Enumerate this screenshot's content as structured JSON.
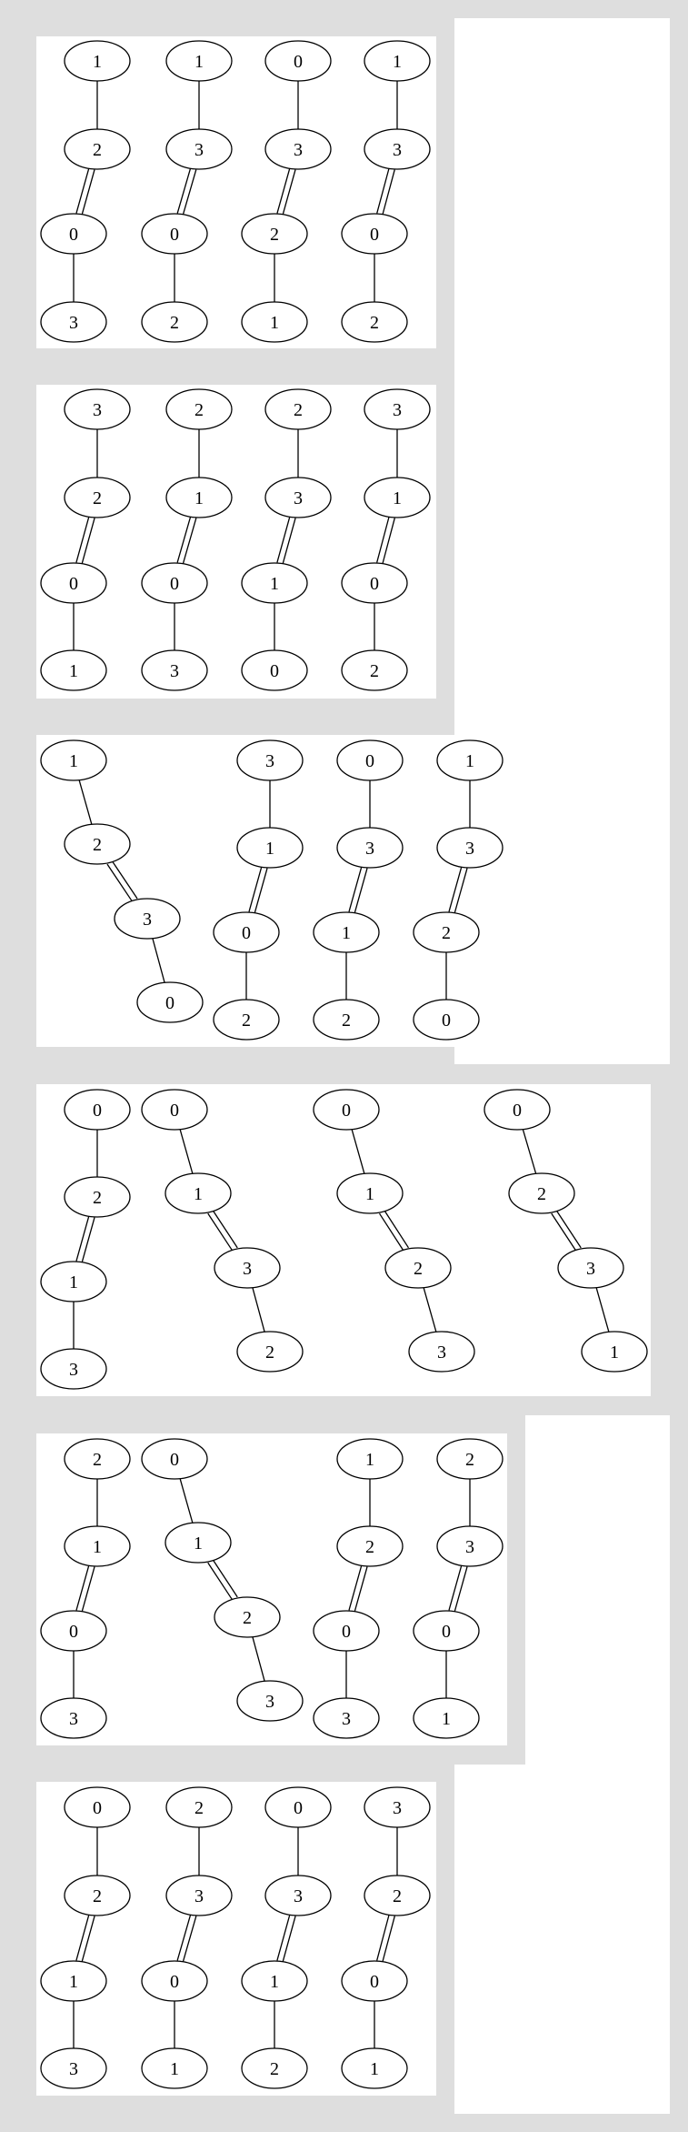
{
  "colors": {
    "background_gray": "#dedede",
    "panel_white": "#ffffff",
    "stroke": "#000000"
  },
  "panels": [
    {
      "graphs": [
        {
          "nodes": [
            "1",
            "2",
            "0",
            "3"
          ],
          "edges": [
            {
              "from": 0,
              "to": 1,
              "type": "single"
            },
            {
              "from": 1,
              "to": 2,
              "type": "double"
            },
            {
              "from": 2,
              "to": 3,
              "type": "single"
            }
          ]
        },
        {
          "nodes": [
            "1",
            "3",
            "0",
            "2"
          ],
          "edges": [
            {
              "from": 0,
              "to": 1,
              "type": "single"
            },
            {
              "from": 1,
              "to": 2,
              "type": "double"
            },
            {
              "from": 2,
              "to": 3,
              "type": "single"
            }
          ]
        },
        {
          "nodes": [
            "0",
            "3",
            "2",
            "1"
          ],
          "edges": [
            {
              "from": 0,
              "to": 1,
              "type": "single"
            },
            {
              "from": 1,
              "to": 2,
              "type": "double"
            },
            {
              "from": 2,
              "to": 3,
              "type": "single"
            }
          ]
        },
        {
          "nodes": [
            "1",
            "3",
            "0",
            "2"
          ],
          "edges": [
            {
              "from": 0,
              "to": 1,
              "type": "single"
            },
            {
              "from": 1,
              "to": 2,
              "type": "double"
            },
            {
              "from": 2,
              "to": 3,
              "type": "single"
            }
          ]
        }
      ]
    },
    {
      "graphs": [
        {
          "nodes": [
            "3",
            "2",
            "0",
            "1"
          ],
          "edges": [
            {
              "from": 0,
              "to": 1,
              "type": "single"
            },
            {
              "from": 1,
              "to": 2,
              "type": "double"
            },
            {
              "from": 2,
              "to": 3,
              "type": "single"
            }
          ]
        },
        {
          "nodes": [
            "2",
            "1",
            "0",
            "3"
          ],
          "edges": [
            {
              "from": 0,
              "to": 1,
              "type": "single"
            },
            {
              "from": 1,
              "to": 2,
              "type": "double"
            },
            {
              "from": 2,
              "to": 3,
              "type": "single"
            }
          ]
        },
        {
          "nodes": [
            "2",
            "3",
            "1",
            "0"
          ],
          "edges": [
            {
              "from": 0,
              "to": 1,
              "type": "single"
            },
            {
              "from": 1,
              "to": 2,
              "type": "double"
            },
            {
              "from": 2,
              "to": 3,
              "type": "single"
            }
          ]
        },
        {
          "nodes": [
            "3",
            "1",
            "0",
            "2"
          ],
          "edges": [
            {
              "from": 0,
              "to": 1,
              "type": "single"
            },
            {
              "from": 1,
              "to": 2,
              "type": "double"
            },
            {
              "from": 2,
              "to": 3,
              "type": "single"
            }
          ]
        }
      ]
    },
    {
      "graphs": [
        {
          "nodes": [
            "1",
            "2",
            "3",
            "0"
          ],
          "edges": [
            {
              "from": 0,
              "to": 1,
              "type": "single"
            },
            {
              "from": 1,
              "to": 2,
              "type": "double"
            },
            {
              "from": 2,
              "to": 3,
              "type": "single"
            }
          ]
        },
        {
          "nodes": [
            "3",
            "1",
            "0",
            "2"
          ],
          "edges": [
            {
              "from": 0,
              "to": 1,
              "type": "single"
            },
            {
              "from": 1,
              "to": 2,
              "type": "double"
            },
            {
              "from": 2,
              "to": 3,
              "type": "single"
            }
          ]
        },
        {
          "nodes": [
            "0",
            "3",
            "1",
            "2"
          ],
          "edges": [
            {
              "from": 0,
              "to": 1,
              "type": "single"
            },
            {
              "from": 1,
              "to": 2,
              "type": "double"
            },
            {
              "from": 2,
              "to": 3,
              "type": "single"
            }
          ]
        },
        {
          "nodes": [
            "1",
            "3",
            "2",
            "0"
          ],
          "edges": [
            {
              "from": 0,
              "to": 1,
              "type": "single"
            },
            {
              "from": 1,
              "to": 2,
              "type": "double"
            },
            {
              "from": 2,
              "to": 3,
              "type": "single"
            }
          ]
        }
      ]
    },
    {
      "graphs": [
        {
          "nodes": [
            "0",
            "2",
            "1",
            "3"
          ],
          "edges": [
            {
              "from": 0,
              "to": 1,
              "type": "single"
            },
            {
              "from": 1,
              "to": 2,
              "type": "double"
            },
            {
              "from": 2,
              "to": 3,
              "type": "single"
            }
          ]
        },
        {
          "nodes": [
            "0",
            "1",
            "3",
            "2"
          ],
          "edges": [
            {
              "from": 0,
              "to": 1,
              "type": "single"
            },
            {
              "from": 1,
              "to": 2,
              "type": "double"
            },
            {
              "from": 2,
              "to": 3,
              "type": "single"
            }
          ]
        },
        {
          "nodes": [
            "0",
            "1",
            "2",
            "3"
          ],
          "edges": [
            {
              "from": 0,
              "to": 1,
              "type": "single"
            },
            {
              "from": 1,
              "to": 2,
              "type": "double"
            },
            {
              "from": 2,
              "to": 3,
              "type": "single"
            }
          ]
        },
        {
          "nodes": [
            "0",
            "2",
            "3",
            "1"
          ],
          "edges": [
            {
              "from": 0,
              "to": 1,
              "type": "single"
            },
            {
              "from": 1,
              "to": 2,
              "type": "double"
            },
            {
              "from": 2,
              "to": 3,
              "type": "single"
            }
          ]
        }
      ]
    },
    {
      "graphs": [
        {
          "nodes": [
            "2",
            "1",
            "0",
            "3"
          ],
          "edges": [
            {
              "from": 0,
              "to": 1,
              "type": "single"
            },
            {
              "from": 1,
              "to": 2,
              "type": "double"
            },
            {
              "from": 2,
              "to": 3,
              "type": "single"
            }
          ]
        },
        {
          "nodes": [
            "0",
            "1",
            "2",
            "3"
          ],
          "edges": [
            {
              "from": 0,
              "to": 1,
              "type": "single"
            },
            {
              "from": 1,
              "to": 2,
              "type": "double"
            },
            {
              "from": 2,
              "to": 3,
              "type": "single"
            }
          ]
        },
        {
          "nodes": [
            "1",
            "2",
            "0",
            "3"
          ],
          "edges": [
            {
              "from": 0,
              "to": 1,
              "type": "single"
            },
            {
              "from": 1,
              "to": 2,
              "type": "double"
            },
            {
              "from": 2,
              "to": 3,
              "type": "single"
            }
          ]
        },
        {
          "nodes": [
            "2",
            "3",
            "0",
            "1"
          ],
          "edges": [
            {
              "from": 0,
              "to": 1,
              "type": "single"
            },
            {
              "from": 1,
              "to": 2,
              "type": "double"
            },
            {
              "from": 2,
              "to": 3,
              "type": "single"
            }
          ]
        }
      ]
    },
    {
      "graphs": [
        {
          "nodes": [
            "0",
            "2",
            "1",
            "3"
          ],
          "edges": [
            {
              "from": 0,
              "to": 1,
              "type": "single"
            },
            {
              "from": 1,
              "to": 2,
              "type": "double"
            },
            {
              "from": 2,
              "to": 3,
              "type": "single"
            }
          ]
        },
        {
          "nodes": [
            "2",
            "3",
            "0",
            "1"
          ],
          "edges": [
            {
              "from": 0,
              "to": 1,
              "type": "single"
            },
            {
              "from": 1,
              "to": 2,
              "type": "double"
            },
            {
              "from": 2,
              "to": 3,
              "type": "single"
            }
          ]
        },
        {
          "nodes": [
            "0",
            "3",
            "1",
            "2"
          ],
          "edges": [
            {
              "from": 0,
              "to": 1,
              "type": "single"
            },
            {
              "from": 1,
              "to": 2,
              "type": "double"
            },
            {
              "from": 2,
              "to": 3,
              "type": "single"
            }
          ]
        },
        {
          "nodes": [
            "3",
            "2",
            "0",
            "1"
          ],
          "edges": [
            {
              "from": 0,
              "to": 1,
              "type": "single"
            },
            {
              "from": 1,
              "to": 2,
              "type": "double"
            },
            {
              "from": 2,
              "to": 3,
              "type": "single"
            }
          ]
        }
      ]
    }
  ]
}
